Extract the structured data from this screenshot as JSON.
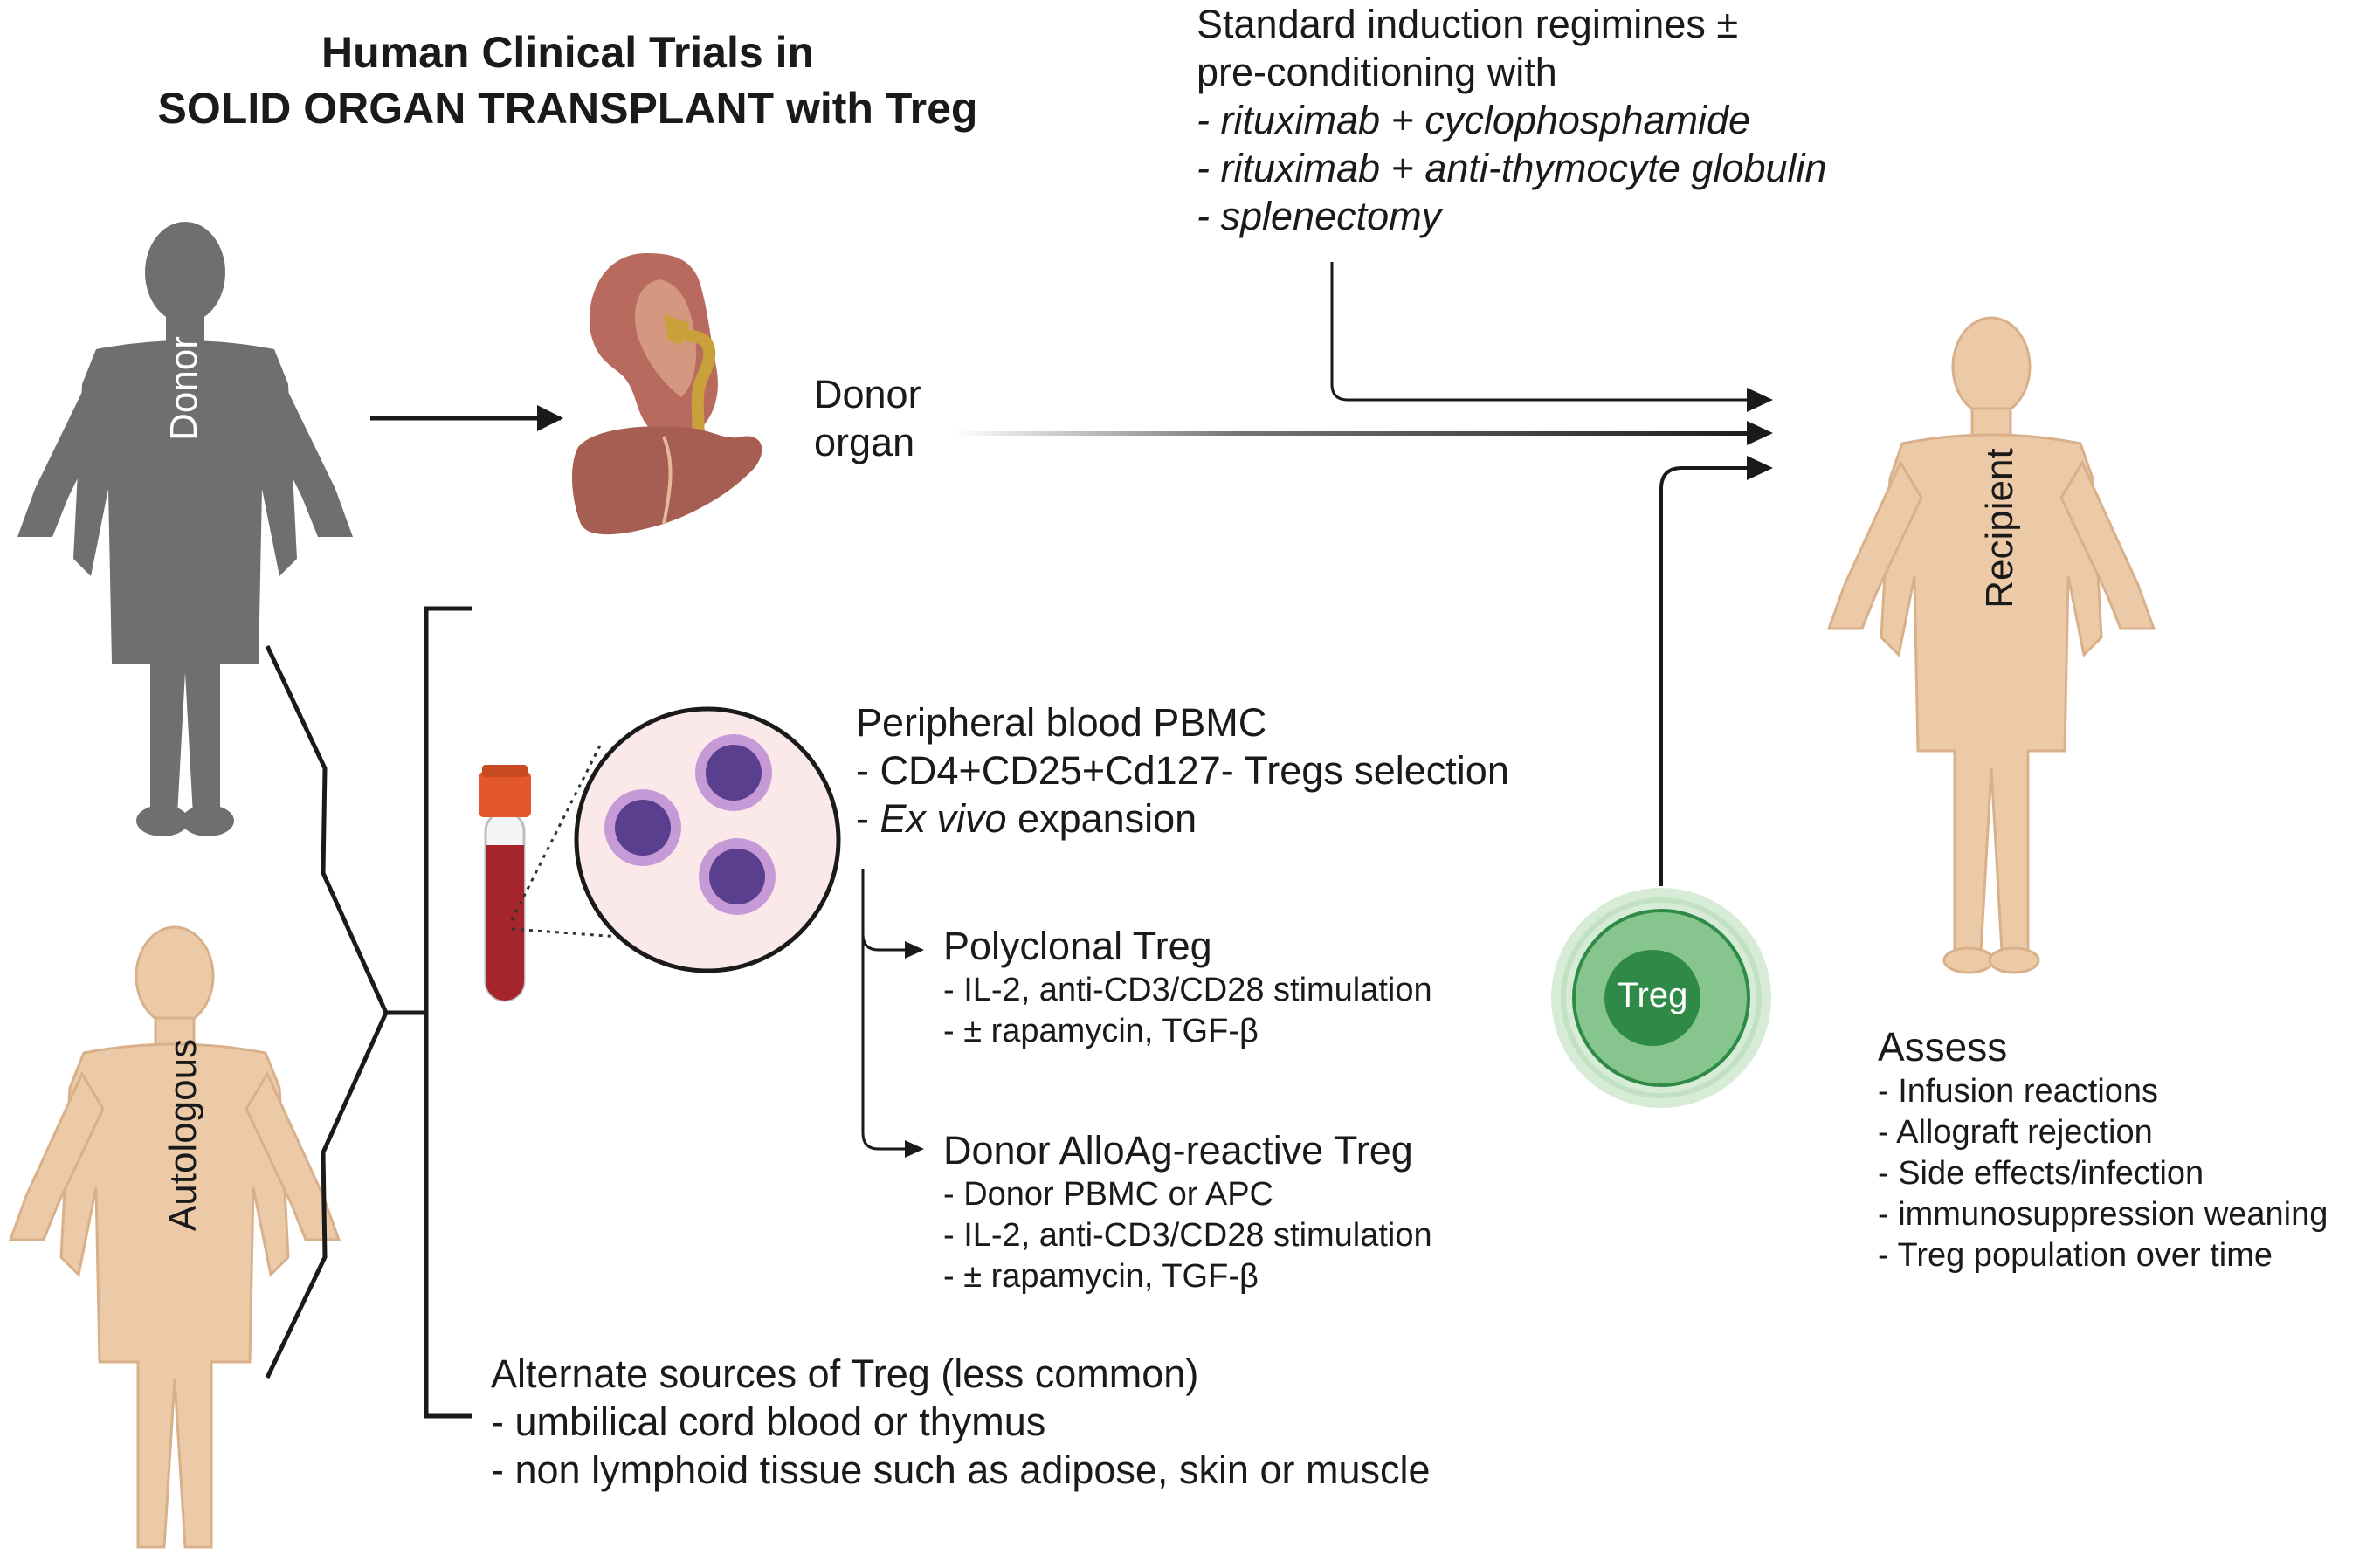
{
  "title": {
    "line1": "Human Clinical Trials in",
    "line2": "SOLID ORGAN TRANSPLANT with Treg"
  },
  "induction": {
    "line1": "Standard induction regimines ±",
    "line2": "pre-conditioning with",
    "items": [
      "- rituximab + cyclophosphamide",
      "- rituximab + anti-thymocyte globulin",
      "- splenectomy"
    ]
  },
  "figures": {
    "donor": "Donor",
    "autologous": "Autologous",
    "recipient": "Recipient"
  },
  "donor_organ": {
    "line1": "Donor",
    "line2": "organ"
  },
  "pbmc": {
    "title": "Peripheral blood PBMC",
    "item1": "- CD4+CD25+Cd127- Tregs selection",
    "item2_prefix": "- ",
    "item2_italic": "Ex vivo",
    "item2_suffix": " expansion"
  },
  "polyclonal": {
    "title": "Polyclonal Treg",
    "items": [
      "- IL-2, anti-CD3/CD28 stimulation",
      "- ± rapamycin, TGF-β"
    ]
  },
  "alloag": {
    "title": "Donor AlloAg-reactive Treg",
    "items": [
      "- Donor PBMC or APC",
      "- IL-2, anti-CD3/CD28 stimulation",
      "- ± rapamycin, TGF-β"
    ]
  },
  "treg_cell": {
    "label": "Treg"
  },
  "assess": {
    "title": "Assess",
    "items": [
      "- Infusion reactions",
      "- Allograft rejection",
      "- Side effects/infection",
      "- immunosuppression weaning",
      "- Treg population over time"
    ]
  },
  "alternate": {
    "title": "Alternate sources of Treg (less common)",
    "items": [
      "- umbilical cord blood or thymus",
      "- non lymphoid tissue such as adipose, skin or muscle"
    ]
  },
  "colors": {
    "donor_body": "#6f6f6f",
    "skin": "#eccaa8",
    "skin_outline": "#d9b08a",
    "kidney": "#b86a5e",
    "liver": "#a65e52",
    "tube_cap": "#e2572b",
    "blood": "#a4262c",
    "cell_nucleus": "#5b3f8f",
    "cell_ring": "#c59ad6",
    "treg_outer": "#d7ecd7",
    "treg_mid": "#86c58e",
    "treg_core": "#2e8a46",
    "line": "#1a1a1a"
  }
}
